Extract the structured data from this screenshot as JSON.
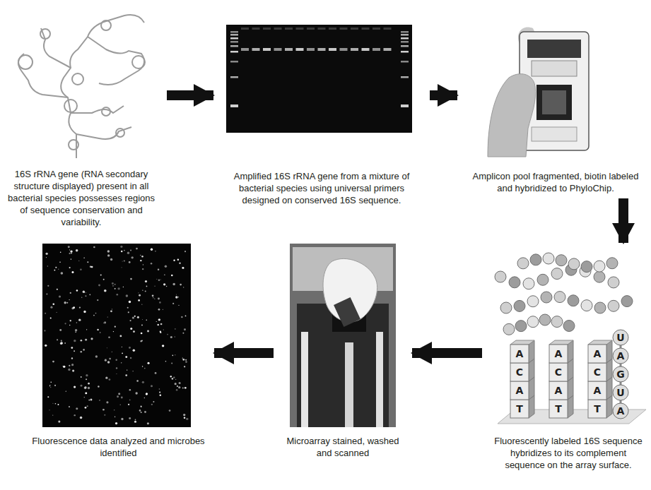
{
  "diagram": {
    "nodes": [
      {
        "text": [
          "16S rRNA gene (RNA secondary structure displayed) present in all bacterial species possesses regions of sequence conservation and variability."
        ]
      },
      {
        "text": [
          "Amplified 16S rRNA gene from a mixture of bacterial species using universal primers designed on conserved 16S sequence."
        ]
      },
      {
        "text": [
          "Amplicon pool fragmented, biotin labeled and hybridized to PhyloChip."
        ]
      },
      {
        "text": [
          "Fluorescently labeled 16S sequence hybridizes to its complement sequence on the array surface."
        ]
      },
      {
        "text": [
          "Microarray stained, washed and scanned"
        ]
      },
      {
        "text": [
          "Fluorescence data analyzed and microbes identified"
        ]
      }
    ],
    "edges": [
      {
        "from": 0,
        "to": 1,
        "arrow": "to"
      },
      {
        "from": 1,
        "to": 2,
        "arrow": "to"
      },
      {
        "from": 2,
        "to": 3,
        "arrow": "to"
      },
      {
        "from": 3,
        "to": 4,
        "arrow": "to"
      },
      {
        "from": 4,
        "to": 5,
        "arrow": "to"
      }
    ],
    "labels": [
      "A",
      "C",
      "A",
      "T",
      "A",
      "C",
      "A",
      "T",
      "A",
      "C",
      "A",
      "T",
      "U",
      "A",
      "G",
      "U",
      "A"
    ]
  }
}
